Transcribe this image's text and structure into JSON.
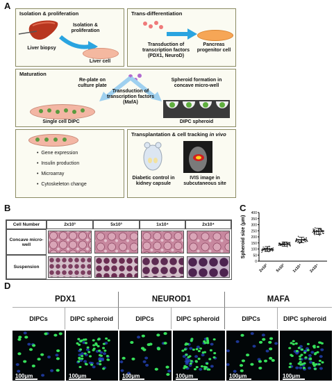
{
  "panel_labels": {
    "a": "A",
    "b": "B",
    "c": "C",
    "d": "D"
  },
  "panelA": {
    "isolation": {
      "title": "Isolation & proliferation",
      "arrow_text_1": "Isolation &",
      "arrow_text_2": "proliferation",
      "liver_biopsy": "Liver biopsy",
      "liver_cell": "Liver cell"
    },
    "transdiff": {
      "title": "Trans-differentiation",
      "line1": "Transduction of",
      "line2": "transcription factors",
      "line3": "(PDX1, NeuroD)",
      "pancreas_1": "Pancreas",
      "pancreas_2": "progenitor cell"
    },
    "maturation": {
      "title": "Maturation",
      "replate_1": "Re-plate on",
      "replate_2": "culture plate",
      "tf_1": "Transduction of",
      "tf_2": "transcription factors",
      "tf_3": "(MafA)",
      "spheroid_form_1": "Spheroid formation in",
      "spheroid_form_2": "concave micro-well",
      "single_cell": "Single cell DIPC",
      "dipc_spheroid": "DIPC spheroid"
    },
    "analysis": {
      "items": [
        "Gene expression",
        "Insulin production",
        "Microarray",
        "Cytoskeleton change"
      ]
    },
    "transplant": {
      "title_1": "Transplantation & cell tracking ",
      "title_2": "in vivo",
      "diabetic_1": "Diabetic control in",
      "diabetic_2": "kidney capsule",
      "ivis_1": "IVIS image in",
      "ivis_2": "subcutaneous site"
    }
  },
  "panelB": {
    "corner": "Cell Number",
    "columns": [
      "2x10³",
      "5x10³",
      "1x10⁴",
      "2x10⁴"
    ],
    "rows": [
      "Concave micro-well",
      "Suspension"
    ]
  },
  "chart_data": {
    "type": "scatter",
    "title": "",
    "xlabel": "",
    "ylabel": "Spheroid size (μm)",
    "categories": [
      "2x10³",
      "5x10³",
      "1x10⁴",
      "2x10⁴"
    ],
    "yticks": [
      0,
      50,
      100,
      150,
      200,
      250,
      300,
      350,
      400
    ],
    "ylim": [
      0,
      400
    ],
    "series": [
      {
        "values": [
          100,
          140,
          175,
          245
        ]
      }
    ],
    "spread": [
      20,
      18,
      22,
      25
    ],
    "grid": false
  },
  "panelD": {
    "markers": [
      "PDX1",
      "NEUROD1",
      "MAFA"
    ],
    "subcols": [
      "DIPCs",
      "DIPC spheroid",
      "DIPCs",
      "DIPC spheroid",
      "DIPCs",
      "DIPC spheroid"
    ],
    "scale_label": "100μm"
  },
  "colors": {
    "box_bg": "#fbfbf2",
    "box_border": "#8a8a62",
    "arrow_blue": "#2aa4e0",
    "fluor_green": "#36e05a",
    "fluor_blue": "#2a4bd0"
  }
}
